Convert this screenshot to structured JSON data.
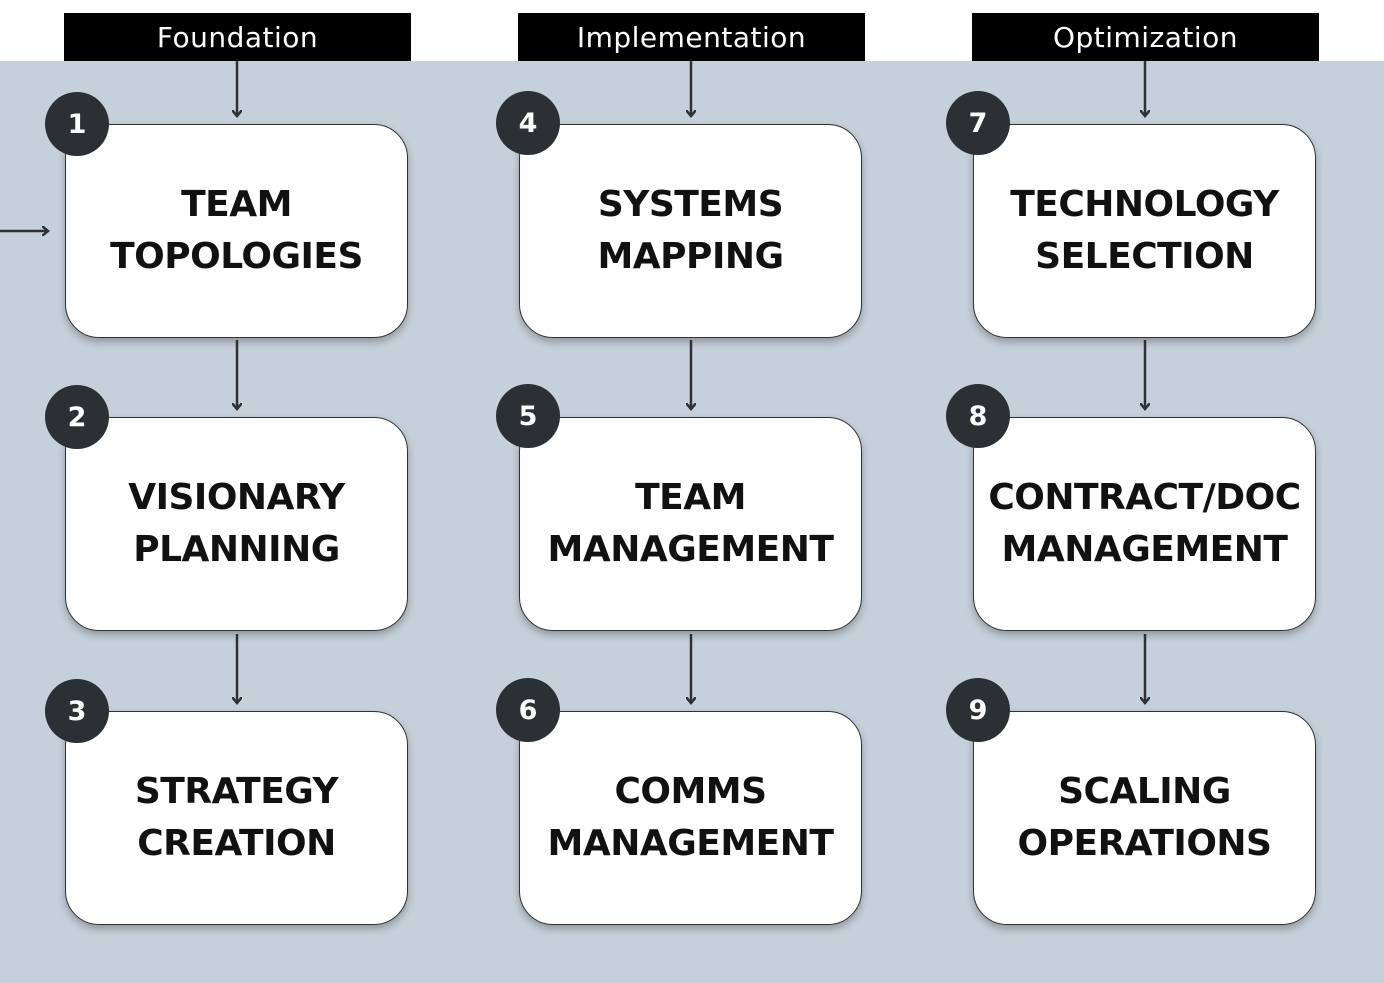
{
  "columns": [
    {
      "header": "Foundation",
      "steps": [
        {
          "number": "1",
          "label": "TEAM\nTOPOLOGIES"
        },
        {
          "number": "2",
          "label": "VISIONARY\nPLANNING"
        },
        {
          "number": "3",
          "label": "STRATEGY\nCREATION"
        }
      ]
    },
    {
      "header": "Implementation",
      "steps": [
        {
          "number": "4",
          "label": "SYSTEMS\nMAPPING"
        },
        {
          "number": "5",
          "label": "TEAM\nMANAGEMENT"
        },
        {
          "number": "6",
          "label": "COMMS\nMANAGEMENT"
        }
      ]
    },
    {
      "header": "Optimization",
      "steps": [
        {
          "number": "7",
          "label": "TECHNOLOGY\nSELECTION"
        },
        {
          "number": "8",
          "label": "CONTRACT/DOC\nMANAGEMENT"
        },
        {
          "number": "9",
          "label": "SCALING\nOPERATIONS"
        }
      ]
    }
  ],
  "colors": {
    "panel": "#c6d0da",
    "header_bg": "#000000",
    "header_text": "#ffffff",
    "box_bg": "#ffffff",
    "badge_bg": "#2b3034",
    "arrow": "#2f3235"
  }
}
